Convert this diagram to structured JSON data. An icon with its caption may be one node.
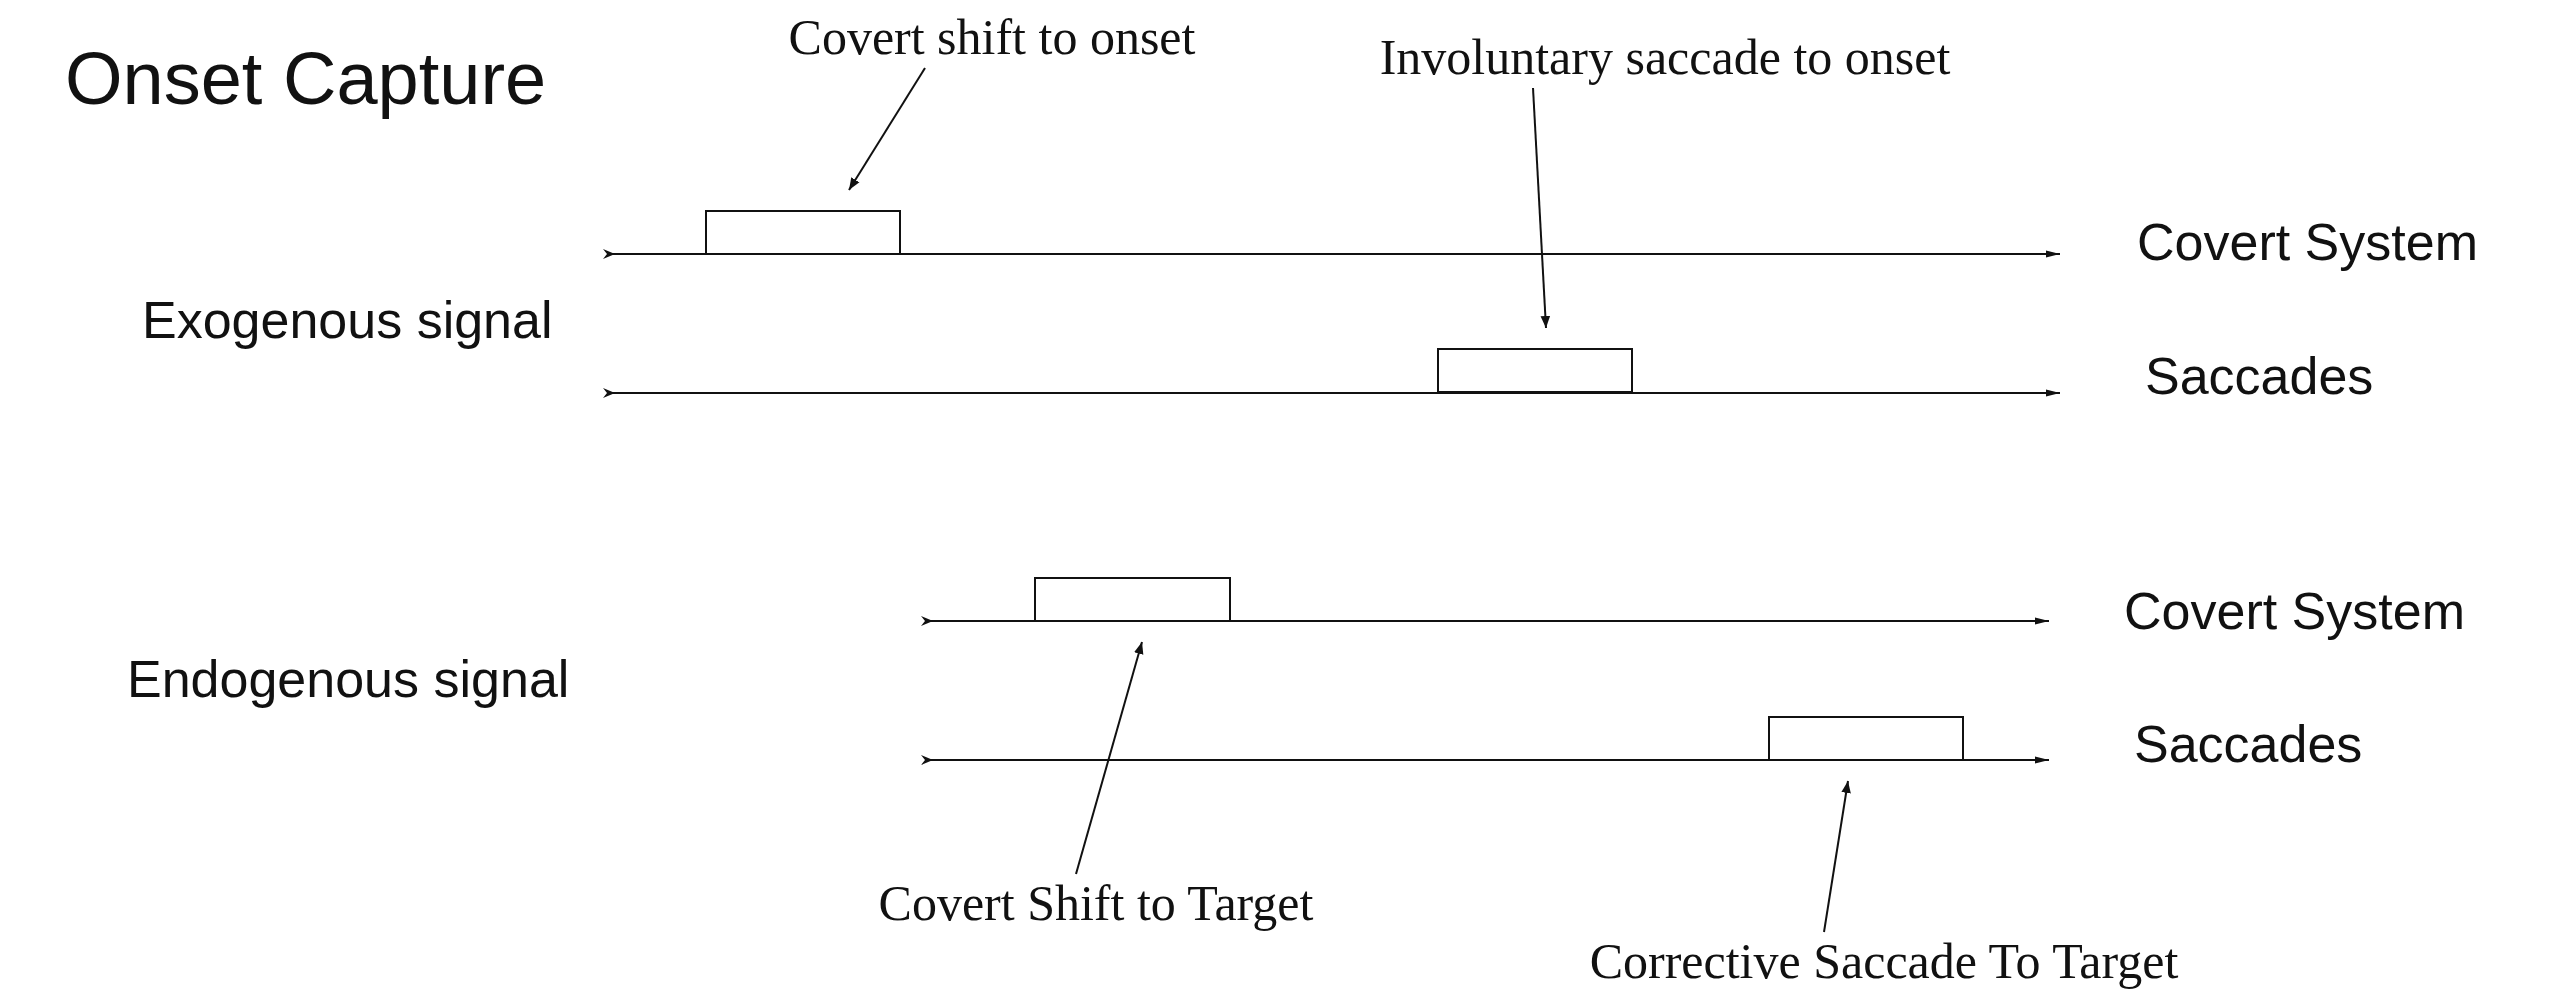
{
  "diagram": {
    "title": "Onset Capture",
    "nodes": [
      {
        "text": [
          "Covert shift to onset"
        ]
      },
      {
        "text": [],
        "shape": "box"
      },
      {
        "text": [
          "Involuntary saccade to onset"
        ]
      },
      {
        "text": [],
        "shape": "box"
      },
      {
        "text": [],
        "shape": "box"
      },
      {
        "text": [
          "Covert Shift to Target"
        ]
      },
      {
        "text": [],
        "shape": "box"
      },
      {
        "text": [
          "Corrective Saccade To Target"
        ]
      }
    ],
    "edges": [
      {
        "from": 0,
        "to": 1,
        "arrow": "to"
      },
      {
        "from": 2,
        "to": 3,
        "arrow": "to"
      },
      {
        "from": 5,
        "to": 4,
        "arrow": "to"
      },
      {
        "from": 7,
        "to": 6,
        "arrow": "to"
      }
    ],
    "labels": [
      "Covert System",
      "Exogenous signal",
      "Saccades",
      "Covert System",
      "Endogenous signal",
      "Saccades"
    ]
  }
}
